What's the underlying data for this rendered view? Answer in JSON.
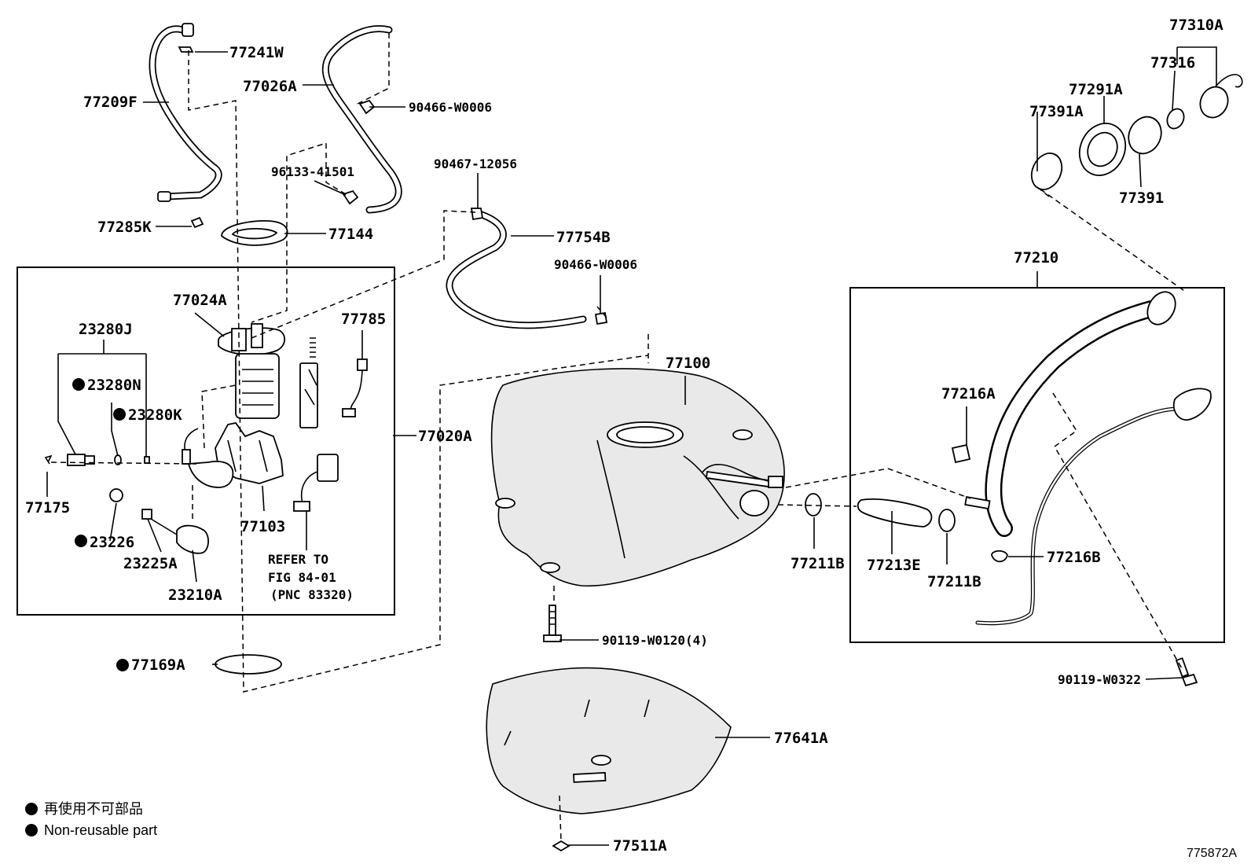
{
  "labels": {
    "p77310A": "77310A",
    "p77316": "77316",
    "p77291A": "77291A",
    "p77391A": "77391A",
    "p77391": "77391",
    "p77241W": "77241W",
    "p77209F": "77209F",
    "p77026A": "77026A",
    "p90466_top": "90466-W0006",
    "p96133": "96133-41501",
    "p90467": "90467-12056",
    "p77285K": "77285K",
    "p77144": "77144",
    "p77754B": "77754B",
    "p90466_mid": "90466-W0006",
    "p77210": "77210",
    "p77024A": "77024A",
    "p77785": "77785",
    "p23280J": "23280J",
    "p23280N": "23280N",
    "p23280K": "23280K",
    "p77100": "77100",
    "p77216A": "77216A",
    "p77020A": "77020A",
    "p77175": "77175",
    "p77103": "77103",
    "p23226": "23226",
    "p23225A": "23225A",
    "p23210A": "23210A",
    "p77211B_left": "77211B",
    "p77213E": "77213E",
    "p77211B_right": "77211B",
    "p77216B": "77216B",
    "p90119_w0120": "90119-W0120(4)",
    "p77169A": "77169A",
    "p90119_w0322": "90119-W0322",
    "p77641A": "77641A",
    "p77511A": "77511A"
  },
  "refer": {
    "line1": "REFER TO",
    "line2": "FIG 84-01",
    "line3": "(PNC 83320)"
  },
  "legend": {
    "jp": "再使用不可部品",
    "en": "Non-reusable part"
  },
  "figure_id": "775872A"
}
